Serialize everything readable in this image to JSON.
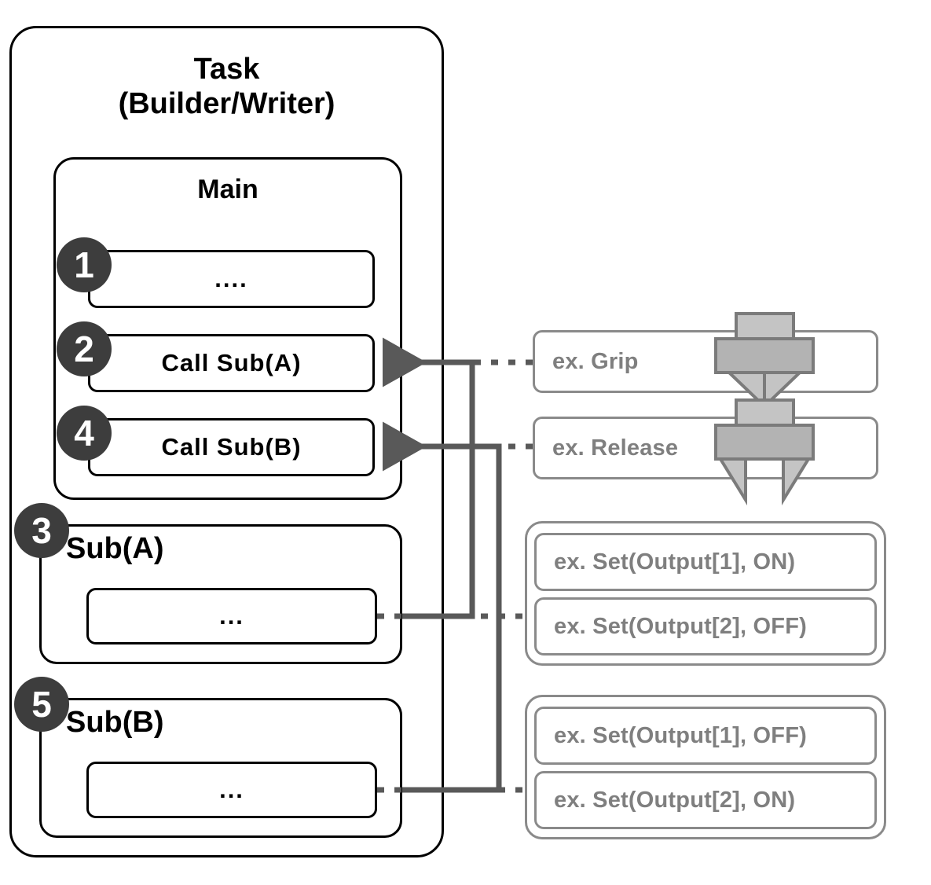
{
  "task": {
    "title_line1": "Task",
    "title_line2": "(Builder/Writer)",
    "main": {
      "title": "Main",
      "statements": [
        {
          "badge": "1",
          "label": "...."
        },
        {
          "badge": "2",
          "label": "Call Sub(A)"
        },
        {
          "badge": "4",
          "label": "Call Sub(B)"
        }
      ]
    },
    "subroutines": [
      {
        "badge": "3",
        "title": "Sub(A)",
        "body": "..."
      },
      {
        "badge": "5",
        "title": "Sub(B)",
        "body": "..."
      }
    ]
  },
  "examples": {
    "motion": [
      {
        "label": "ex. Grip",
        "icon": "gripper-closed-icon"
      },
      {
        "label": "ex. Release",
        "icon": "gripper-open-icon"
      }
    ],
    "groups": [
      {
        "items": [
          {
            "label": "ex. Set(Output[1], ON)"
          },
          {
            "label": "ex. Set(Output[2], OFF)"
          }
        ]
      },
      {
        "items": [
          {
            "label": "ex. Set(Output[1], OFF)"
          },
          {
            "label": "ex. Set(Output[2], ON)"
          }
        ]
      }
    ]
  },
  "colors": {
    "outline": "#000000",
    "gray_outline": "#8a8a8a",
    "gray_text": "#7f7f7f",
    "badge_fill": "#3d3d3d",
    "wire": "#595959",
    "icon_fill": "#bcbcbc",
    "icon_stroke": "#7b7b7b"
  }
}
